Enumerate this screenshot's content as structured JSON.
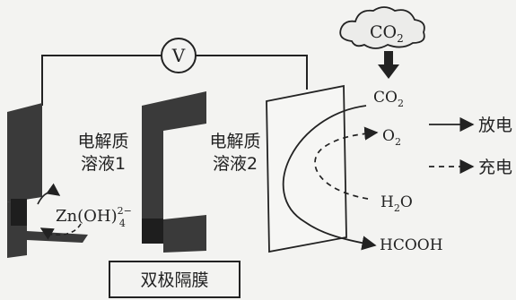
{
  "voltmeter": {
    "symbol": "V"
  },
  "cloud": {
    "label": "CO",
    "sub": "2"
  },
  "electrolyte1": {
    "line1": "电解质",
    "line2": "溶液1"
  },
  "electrolyte2": {
    "line1": "电解质",
    "line2": "溶液2"
  },
  "zinc_species": {
    "base": "Zn(OH)",
    "sub": "4",
    "sup": "2−"
  },
  "species": {
    "co2": {
      "base": "CO",
      "sub": "2"
    },
    "o2": {
      "base": "O",
      "sub": "2"
    },
    "h2o": {
      "base": "H",
      "sub": "2",
      "tail": "O"
    },
    "hcooh": {
      "label": "HCOOH"
    }
  },
  "legend": {
    "discharge": "放电",
    "charge": "充电"
  },
  "membrane": {
    "label": "双极隔膜"
  },
  "colors": {
    "electrode": "#3a3a3a",
    "line": "#222222",
    "background": "#f3f3f1"
  }
}
